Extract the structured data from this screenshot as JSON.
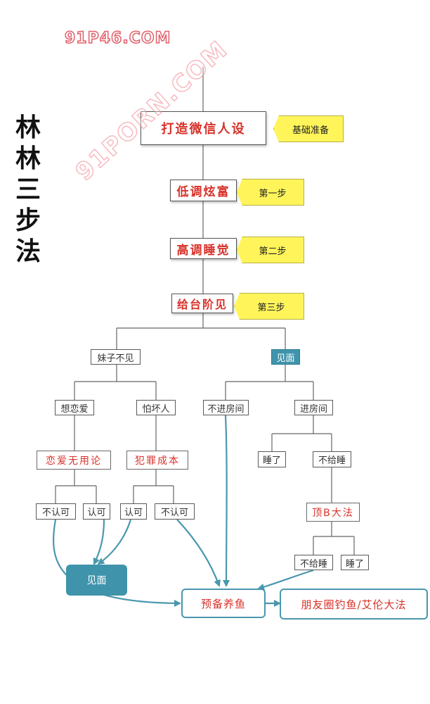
{
  "watermark": {
    "top": "91P46.COM",
    "diagonal": "91PORN.COM"
  },
  "side_title": [
    "林",
    "林",
    "三",
    "步",
    "法"
  ],
  "steps": {
    "main1": "打造微信人设",
    "main1_tag": "基础准备",
    "main2": "低调炫富",
    "main2_tag": "第一步",
    "main3": "高调睡觉",
    "main3_tag": "第二步",
    "main4": "给台阶见",
    "main4_tag": "第三步"
  },
  "left": {
    "root": "妹子不见",
    "a": "想恋爱",
    "b": "怕坏人",
    "a_red": "恋爱无用论",
    "b_red": "犯罪成本",
    "a_yes": "认可",
    "a_no": "不认可",
    "b_yes": "认可",
    "b_no": "不认可",
    "result": "见面"
  },
  "right": {
    "root": "见面",
    "a": "不进房间",
    "b": "进房间",
    "b1": "睡了",
    "b2": "不给睡",
    "red": "顶B大法",
    "r1": "不给睡",
    "r2": "睡了"
  },
  "outcomes": {
    "fish": "预备养鱼",
    "moments": "朋友圈钓鱼/艾伦大法"
  },
  "colors": {
    "red_text": "#d8322a",
    "teal": "#3f94ab",
    "yellow": "#fff55a"
  }
}
